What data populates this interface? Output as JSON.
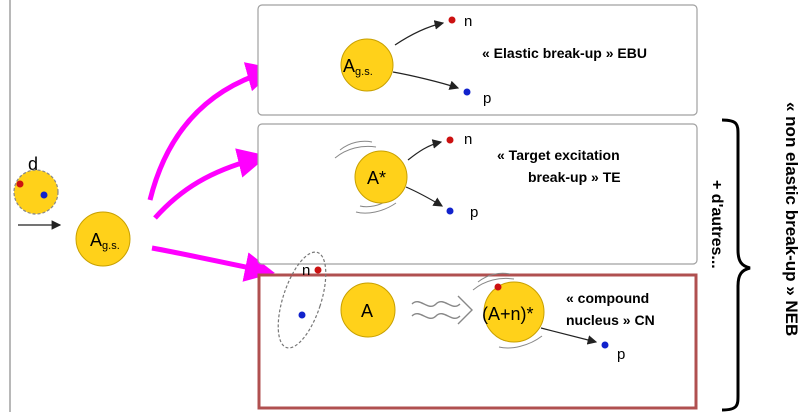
{
  "colors": {
    "nucleus_fill": "#ffd11a",
    "nucleus_stroke": "#c8a000",
    "neutron": "#cc1111",
    "proton": "#1122cc",
    "reaction_arrow": "#ff00ff",
    "panel_border": "#a0a0a0",
    "cn_border": "#b05050"
  },
  "deuteron": {
    "label": "d"
  },
  "target": {
    "main": "A",
    "sub": "g.s."
  },
  "panels": {
    "ebu": {
      "nucleus_main": "A",
      "nucleus_sub": "g.s.",
      "n_label": "n",
      "p_label": "p",
      "title_line1": "« Elastic break-up » EBU"
    },
    "te": {
      "nucleus_label": "A*",
      "n_label": "n",
      "p_label": "p",
      "title_line1": "« Target excitation",
      "title_line2": "break-up » TE"
    },
    "cn": {
      "nucleus_label": "A",
      "compound_label": "(A+n)*",
      "n_label": "n",
      "p_label": "p",
      "title_line1": "« compound",
      "title_line2": "nucleus » CN"
    }
  },
  "side_labels": {
    "others": "+ d'autres...",
    "neb": "« non elastic break-up » NEB"
  },
  "icons": [
    "curved-arrow-icon",
    "squiggle-arrow-icon",
    "brace-icon"
  ]
}
